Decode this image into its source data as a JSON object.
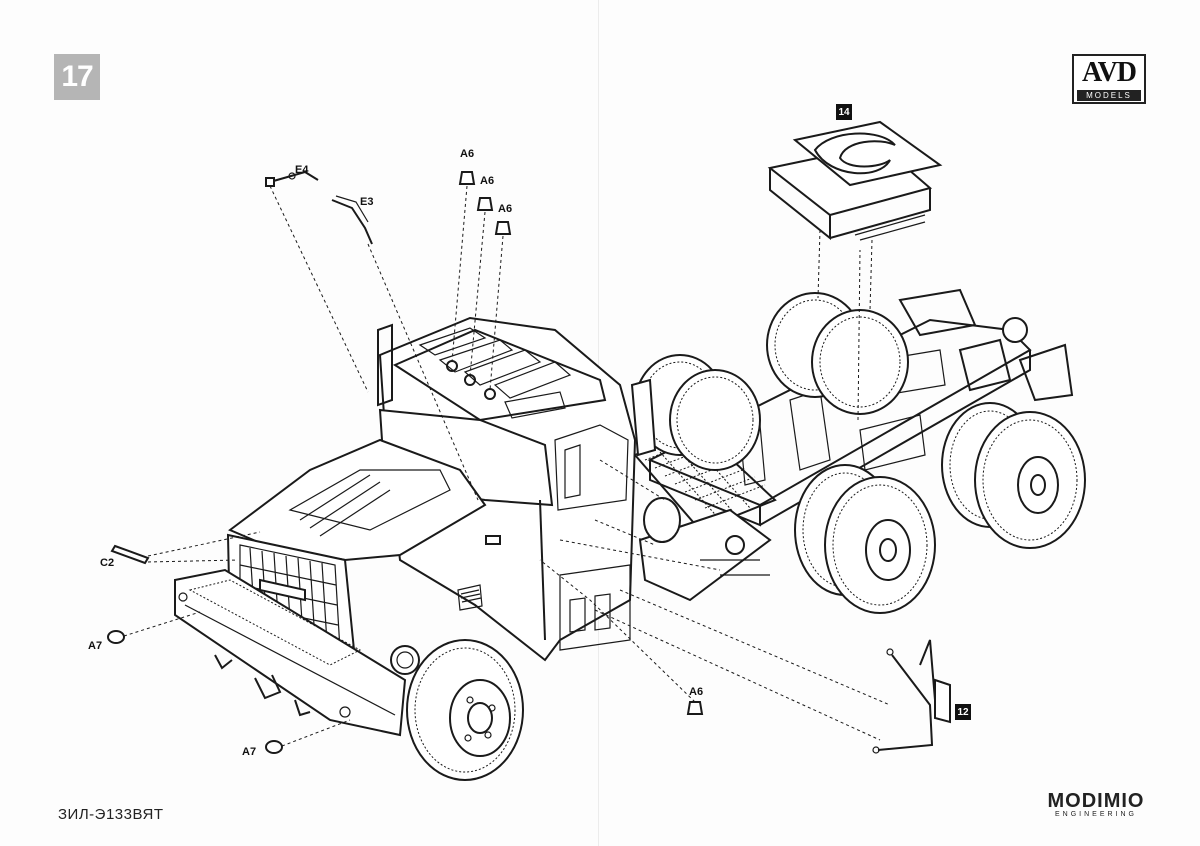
{
  "step": {
    "number": "17"
  },
  "brand": {
    "name": "AVD",
    "subtitle": "MODELS"
  },
  "model": {
    "name": "ЗИЛ-Э133ВЯТ"
  },
  "maker": {
    "name": "MODIMIO",
    "subtitle": "ENGINEERING"
  },
  "callouts": {
    "e4": "E4",
    "e3": "E3",
    "a6_1": "A6",
    "a6_2": "A6",
    "a6_3": "A6",
    "a6_4": "A6",
    "c2": "C2",
    "a7_1": "A7",
    "a7_2": "A7",
    "sub_14": "14",
    "sub_12": "12"
  }
}
